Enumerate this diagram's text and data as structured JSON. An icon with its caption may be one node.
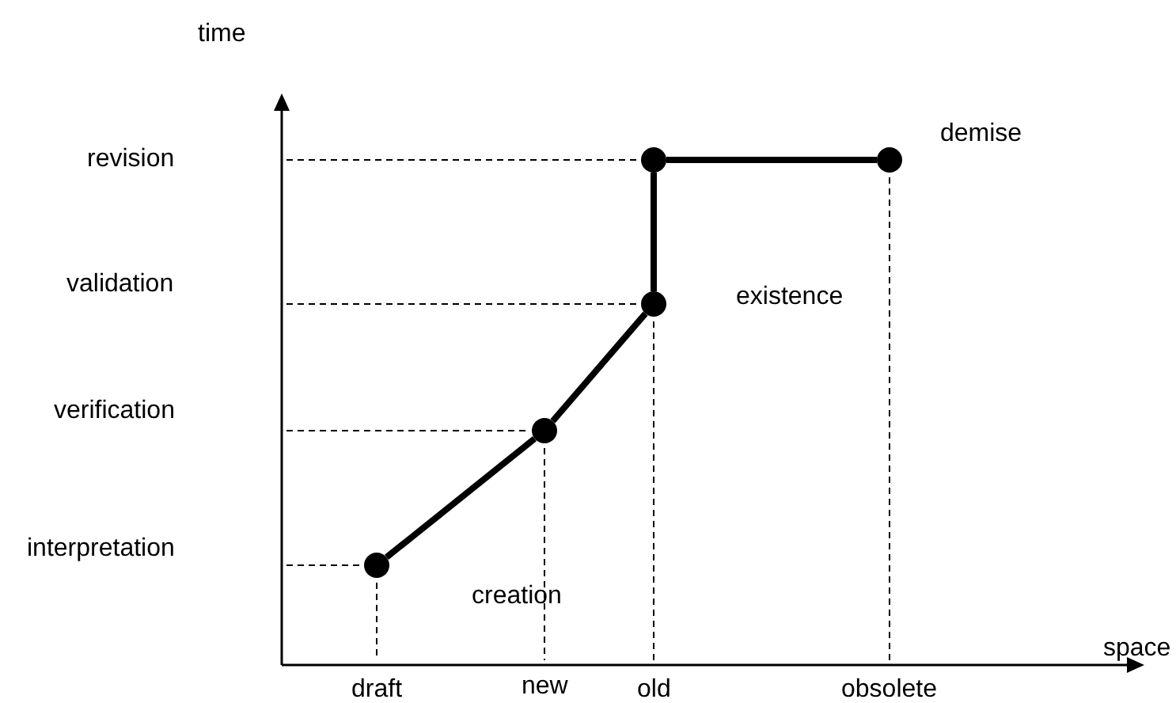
{
  "diagram": {
    "nodes": [
      {
        "text": [],
        "shape": "circle",
        "beside": [
          "creation"
        ]
      },
      {
        "text": [],
        "shape": "circle"
      },
      {
        "text": [],
        "shape": "circle",
        "beside": [
          "existence"
        ]
      },
      {
        "text": [],
        "shape": "circle"
      },
      {
        "text": [],
        "shape": "circle",
        "beside": [
          "demise"
        ]
      }
    ],
    "edges": [
      {
        "from": 0,
        "to": 1,
        "arrow": "none"
      },
      {
        "from": 1,
        "to": 2,
        "arrow": "none"
      },
      {
        "from": 2,
        "to": 3,
        "arrow": "none"
      },
      {
        "from": 3,
        "to": 4,
        "arrow": "none"
      }
    ],
    "labels": [
      "time",
      "revision",
      "validation",
      "verification",
      "interpretation",
      "draft",
      "new",
      "old",
      "obsolete",
      "space"
    ]
  }
}
